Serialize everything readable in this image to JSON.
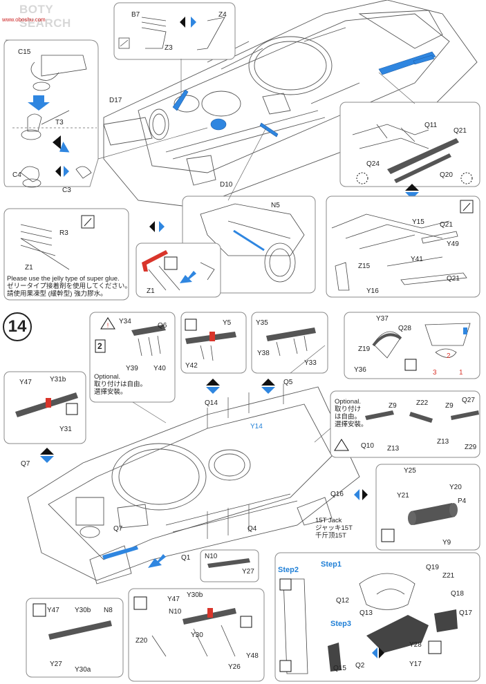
{
  "watermark": {
    "brand": "BOTY SEARCH",
    "url": "www.oboshu.com"
  },
  "step_number": "14",
  "labels_top": {
    "B7": "B7",
    "Z4": "Z4",
    "Z3": "Z3",
    "C15": "C15",
    "T3": "T3",
    "C4": "C4",
    "C3": "C3",
    "D17": "D17",
    "D10": "D10",
    "Q11": "Q11",
    "Q21a": "Q21",
    "Q24": "Q24",
    "Q20": "Q20",
    "N5": "N5",
    "R3": "R3",
    "Z1a": "Z1",
    "Z1b": "Z1",
    "Y15": "Y15",
    "Q21b": "Q21",
    "Y49": "Y49",
    "Z15": "Z15",
    "Y41": "Y41",
    "Q21c": "Q21",
    "Y16": "Y16"
  },
  "glue_note": {
    "en": "Please use the jelly type of super glue.",
    "jp": "ゼリータイプ接着剤を使用してください。",
    "cn": "請使用果凍型 (緩幹型) 強力膠水。"
  },
  "labels_bottom": {
    "Y34": "Y34",
    "Q6": "Q6",
    "Y39": "Y39",
    "Y40": "Y40",
    "two": "2",
    "Y5": "Y5",
    "Y42": "Y42",
    "Y35": "Y35",
    "Y38": "Y38",
    "Y33": "Y33",
    "Y37": "Y37",
    "Q28": "Q28",
    "Z19": "Z19",
    "Y36": "Y36",
    "n1": "1",
    "n2": "2",
    "n3": "3",
    "Y47a": "Y47",
    "Y31b": "Y31b",
    "Y31": "Y31",
    "Q14": "Q14",
    "Q5": "Q5",
    "Y14": "Y14",
    "Q7a": "Q7",
    "Q7b": "Q7",
    "Z9a": "Z9",
    "Z22": "Z22",
    "Z9b": "Z9",
    "Q27": "Q27",
    "Q10": "Q10",
    "Z13a": "Z13",
    "Z13b": "Z13",
    "Z29": "Z29",
    "Q4": "Q4",
    "Q16": "Q16",
    "Q1": "Q1",
    "Y25": "Y25",
    "Y21": "Y21",
    "Y20": "Y20",
    "P4": "P4",
    "Y9": "Y9",
    "N10a": "N10",
    "Y27a": "Y27",
    "Step2": "Step2",
    "Step1": "Step1",
    "Step3": "Step3",
    "Q19": "Q19",
    "Z21": "Z21",
    "Q12": "Q12",
    "Q18": "Q18",
    "Q13": "Q13",
    "Q17": "Q17",
    "Q15": "Q15",
    "Q2": "Q2",
    "Y28": "Y28",
    "Y17": "Y17",
    "Y47b": "Y47",
    "Y30b_a": "Y30b",
    "N8": "N8",
    "Y27b": "Y27",
    "Y30a": "Y30a",
    "Y47c": "Y47",
    "Y30b_b": "Y30b",
    "N10b": "N10",
    "Z20": "Z20",
    "Y30": "Y30",
    "Y48": "Y48",
    "Y26": "Y26"
  },
  "optional_1": {
    "en": "Optional.",
    "jp": "取り付けは自由。",
    "cn": "選擇安裝。"
  },
  "optional_2": {
    "en": "Optional.",
    "jp": "取り付け",
    "jp2": "は自由。",
    "cn": "選擇安裝。"
  },
  "jack": {
    "en": "15T Jack",
    "jp": "ジャッキ15T",
    "cn": "千斤顶15T"
  },
  "colors": {
    "accent": "#2f86e0",
    "red": "#d9352b",
    "line": "#333333"
  }
}
